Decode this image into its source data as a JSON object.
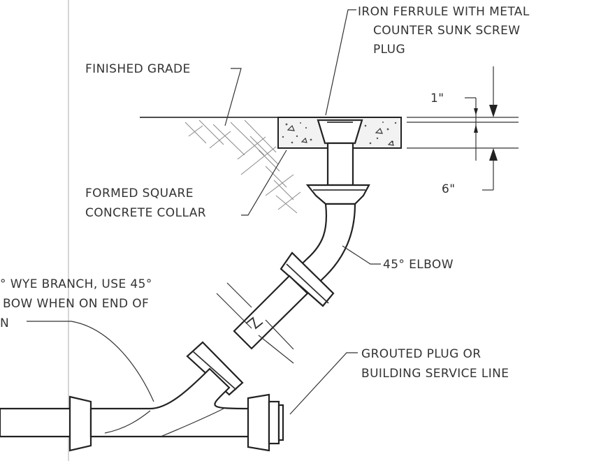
{
  "labels": {
    "ferrule_line1": "IRON FERRULE WITH METAL",
    "ferrule_line2": "COUNTER SUNK SCREW",
    "ferrule_line3": "PLUG",
    "finished_grade": "FINISHED GRADE",
    "collar_line1": "FORMED SQUARE",
    "collar_line2": "CONCRETE COLLAR",
    "elbow": "45° ELBOW",
    "wye_line1": "° WYE BRANCH, USE 45°",
    "wye_line2": "BOW WHEN ON END OF",
    "wye_line3": "N",
    "grouted_line1": "GROUTED PLUG OR",
    "grouted_line2": "BUILDING SERVICE LINE"
  },
  "dimensions": {
    "recess": "1\"",
    "collar_depth": "6\""
  }
}
